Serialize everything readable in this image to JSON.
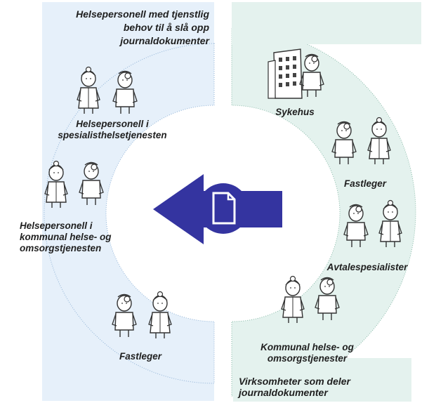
{
  "left_panel": {
    "header_lines": [
      "Helsepersonell med tjenstlig",
      "behov til å slå opp",
      "journaldokumenter"
    ],
    "groups": [
      {
        "lines": [
          "Helsepersonell i",
          "spesialisthelsetjenesten"
        ]
      },
      {
        "lines": [
          "Helsepersonell i",
          "kommunal helse- og",
          "omsorgstjenesten"
        ]
      },
      {
        "lines": [
          "Fastleger"
        ]
      }
    ]
  },
  "right_panel": {
    "footer_lines": [
      "Virksomheter som deler",
      "journaldokumenter"
    ],
    "groups": [
      {
        "lines": [
          "Sykehus"
        ]
      },
      {
        "lines": [
          "Fastleger"
        ]
      },
      {
        "lines": [
          "Avtalespesialister"
        ]
      },
      {
        "lines": [
          "Kommunal helse- og",
          "omsorgstjenester"
        ]
      }
    ]
  },
  "center": {
    "icon": "document-icon",
    "arrow_direction": "left"
  },
  "colors": {
    "left_fill": "#e6f0fa",
    "right_fill": "#e4f2ee",
    "arrow": "#3434a0",
    "figure_stroke": "#333333"
  }
}
